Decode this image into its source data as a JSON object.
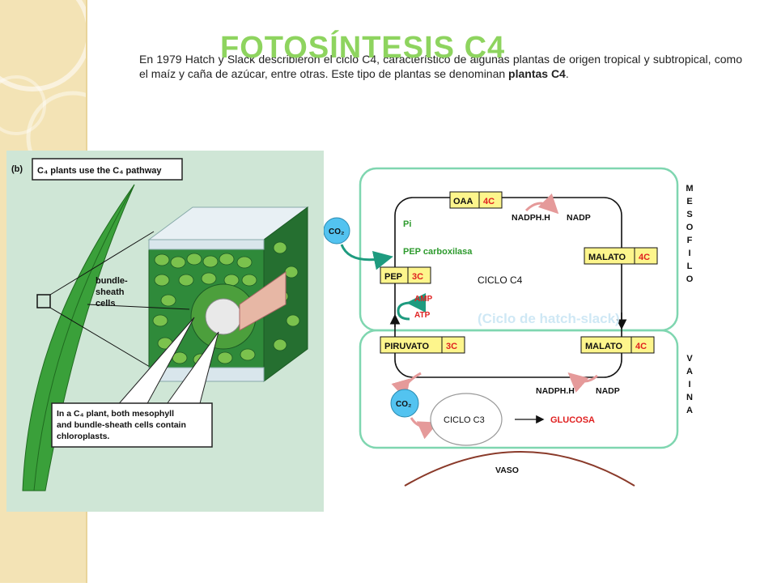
{
  "title": "FOTOSÍNTESIS  C4",
  "intro": {
    "part1": "En 1979 Hatch y Slack describieron el ciclo C4, característico de algunas plantas de origen tropical y subtropical, como el maíz y caña de azúcar, entre otras. Este tipo de plantas se denominan ",
    "bold": "plantas C4",
    "end": "."
  },
  "left_figure": {
    "panel_letter": "(b)",
    "header": "C₄ plants use the C₄ pathway",
    "callout_label_1": "bundle-",
    "callout_label_2": "sheath",
    "callout_label_3": "cells",
    "caption_1": "In a C₄ plant, both mesophyll",
    "caption_2": "and bundle-sheath cells contain",
    "caption_3": "chloroplasts."
  },
  "cycle": {
    "oaa": "OAA",
    "oaa_c": "4C",
    "nadph1": "NADPH.H",
    "nadp1": "NADP",
    "malato_top": "MALATO",
    "malato_top_c": "4C",
    "pi": "Pi",
    "pep_carboxilasa": "PEP carboxilasa",
    "co2_in": "CO₂",
    "pep": "PEP",
    "pep_c": "3C",
    "ciclo_c4": "CICLO C4",
    "amp": "AMP",
    "atp": "ATP",
    "piruvato": "PIRUVATO",
    "piruvato_c": "3C",
    "malato_bottom": "MALATO",
    "malato_bottom_c": "4C",
    "nadph2": "NADPH.H",
    "nadp2": "NADP",
    "co2_release": "CO₂",
    "ciclo_c3": "CICLO C3",
    "glucosa": "GLUCOSA",
    "vaso": "VASO",
    "mesofilo": [
      "M",
      "E",
      "S",
      "O",
      "F",
      "I",
      "L",
      "O"
    ],
    "vaina": [
      "V",
      "A",
      "I",
      "N",
      "A"
    ]
  },
  "subtitle": "(Ciclo de hatch-slack)",
  "colors": {
    "title_green": "#8ed45f",
    "box_yellow": "#fdf58c",
    "box_red_text": "#e02020",
    "frame_green": "#7fd6b0",
    "co2_blue": "#53c3f0",
    "cycle_green_text": "#2d9a2d",
    "amp_atp_red": "#e02020"
  }
}
